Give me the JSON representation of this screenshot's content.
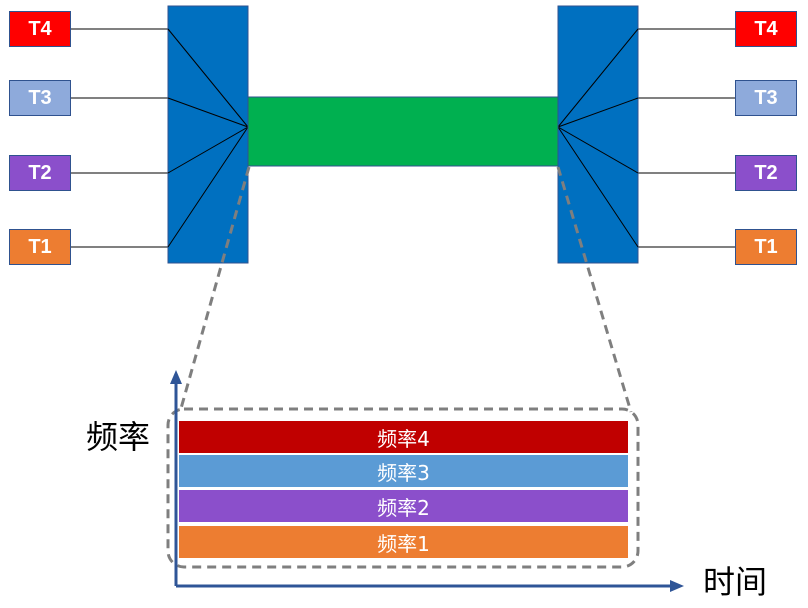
{
  "left_terminals": [
    {
      "label": "T4",
      "color": "#ff0000"
    },
    {
      "label": "T3",
      "color": "#8eaadb"
    },
    {
      "label": "T2",
      "color": "#8b4fcb"
    },
    {
      "label": "T1",
      "color": "#ed7d31"
    }
  ],
  "right_terminals": [
    {
      "label": "T4",
      "color": "#ff0000"
    },
    {
      "label": "T3",
      "color": "#8eaadb"
    },
    {
      "label": "T2",
      "color": "#8b4fcb"
    },
    {
      "label": "T1",
      "color": "#ed7d31"
    }
  ],
  "mux_color": "#0070c0",
  "channel_color": "#00b050",
  "axis": {
    "y_label": "频率",
    "x_label": "时间",
    "color": "#2f5597"
  },
  "bands": [
    {
      "label": "频率4",
      "color": "#c00000"
    },
    {
      "label": "频率3",
      "color": "#5b9bd5"
    },
    {
      "label": "频率2",
      "color": "#8b4fcb"
    },
    {
      "label": "频率1",
      "color": "#ed7d31"
    }
  ]
}
